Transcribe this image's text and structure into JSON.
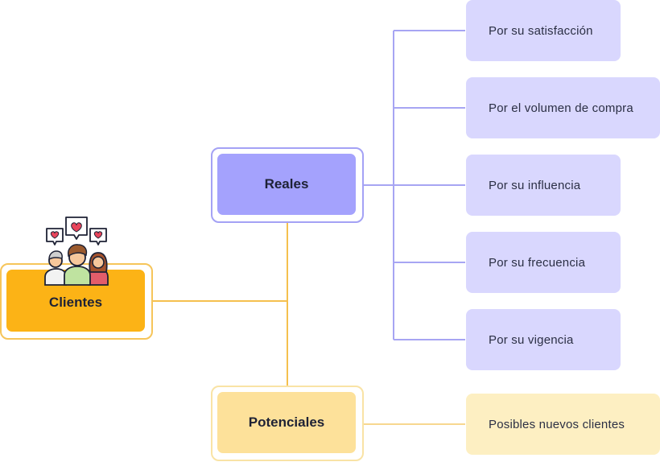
{
  "diagram": {
    "root": {
      "label": "Clientes",
      "icon": "customers-love-icon"
    },
    "branches": [
      {
        "id": "reales",
        "label": "Reales",
        "children": [
          "Por su satisfacción",
          "Por el volumen de compra",
          "Por su influencia",
          "Por su frecuencia",
          "Por su vigencia"
        ]
      },
      {
        "id": "potenciales",
        "label": "Potenciales",
        "children": [
          "Posibles nuevos clientes"
        ]
      }
    ]
  },
  "colors": {
    "root_fill": "#fcb316",
    "root_border": "#f6c55a",
    "reales_fill": "#a4a2fd",
    "reales_border": "#a4a2f5",
    "reales_leaf": "#d9d7fe",
    "reales_line": "#a7a5f3",
    "potenciales_fill": "#fde19a",
    "potenciales_border": "#f9e3a5",
    "potenciales_leaf": "#fdefc2",
    "potenciales_line": "#f7d78f",
    "root_line": "#f5c04e"
  }
}
